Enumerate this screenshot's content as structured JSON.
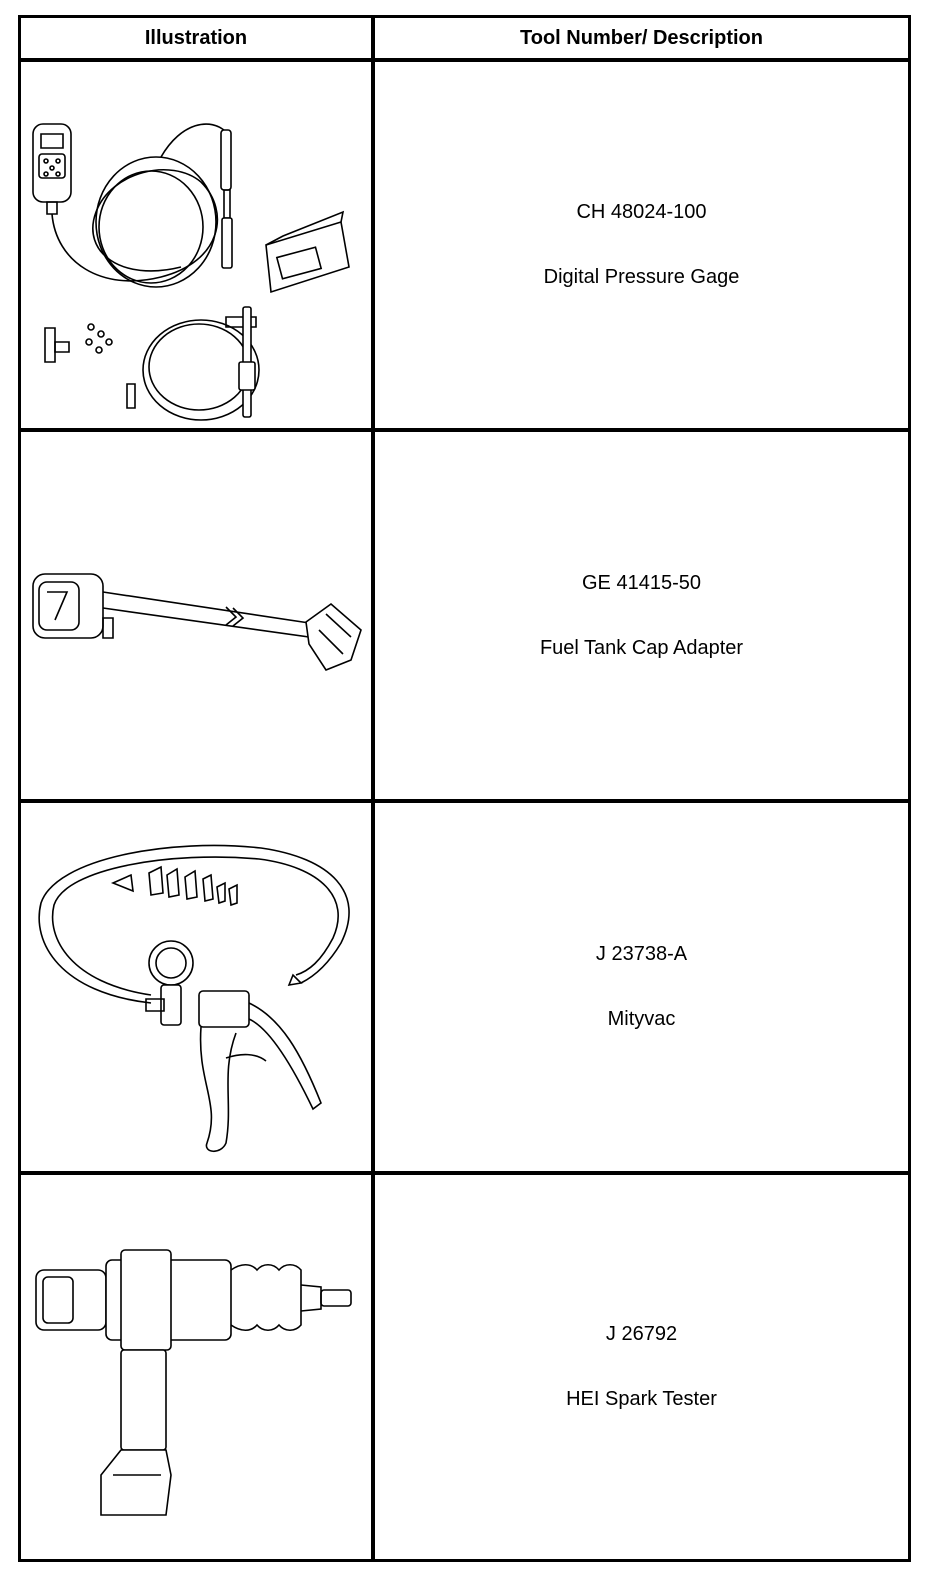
{
  "table": {
    "headers": {
      "illustration": "Illustration",
      "tool": "Tool Number/ Description"
    },
    "rows": [
      {
        "tool_number": "CH 48024-100",
        "description": "Digital Pressure Gage",
        "illustration_icon": "digital-pressure-gage-icon"
      },
      {
        "tool_number": "GE 41415-50",
        "description": "Fuel Tank Cap Adapter",
        "illustration_icon": "fuel-tank-cap-adapter-icon"
      },
      {
        "tool_number": "J 23738-A",
        "description": "Mityvac",
        "illustration_icon": "mityvac-icon"
      },
      {
        "tool_number": "J 26792",
        "description": "HEI Spark Tester",
        "illustration_icon": "hei-spark-tester-icon"
      }
    ]
  }
}
